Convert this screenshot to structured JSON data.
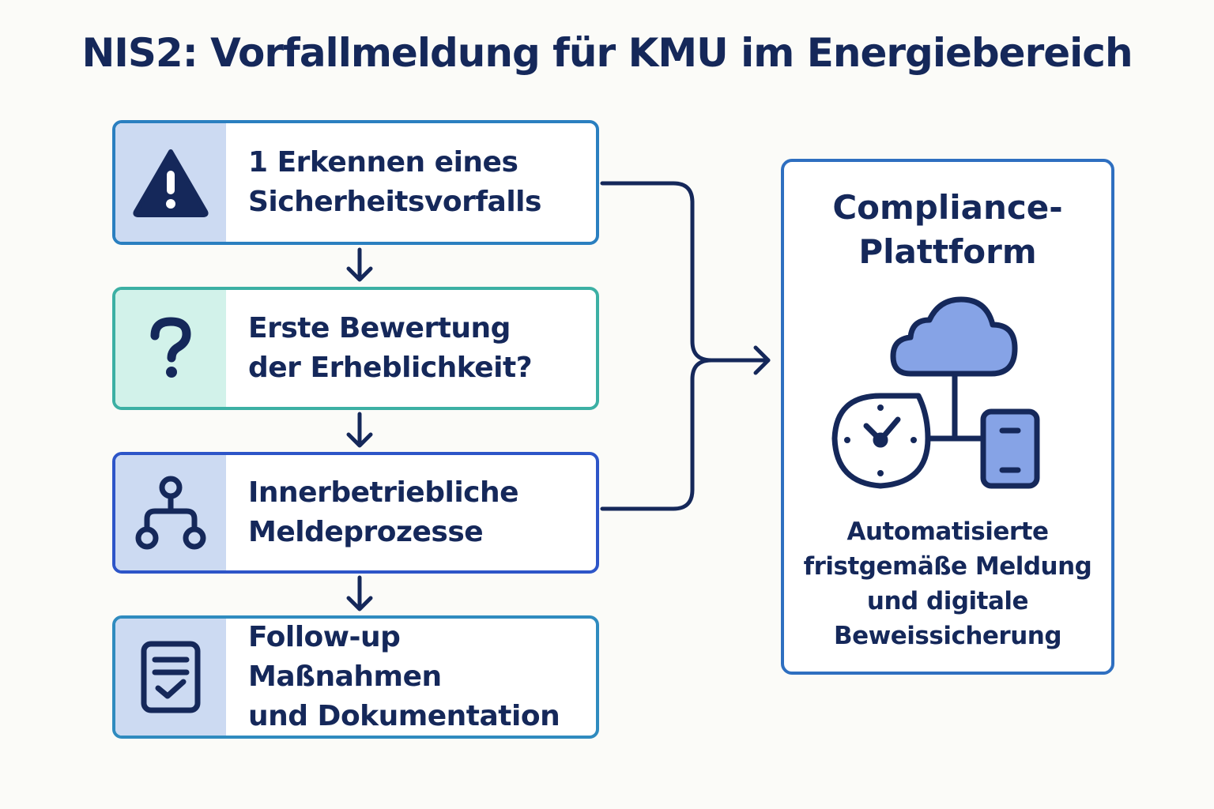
{
  "title": "NIS2: Vorfallmeldung für KMU im Energiebereich",
  "steps": [
    {
      "line1": "1  Erkennen eines",
      "line2": "Sicherheitsvorfalls",
      "icon": "warning-icon"
    },
    {
      "line1": "Erste Bewertung",
      "line2": "der Erheblichkeit?",
      "icon": "question-icon"
    },
    {
      "line1": "Innerbetriebliche",
      "line2": "Meldeprozesse",
      "icon": "hierarchy-icon"
    },
    {
      "line1": "Follow-up Maßnahmen",
      "line2": "und Dokumentation",
      "icon": "checklist-icon"
    }
  ],
  "platform": {
    "title_line1": "Compliance-",
    "title_line2": "Plattform",
    "desc_line1": "Automatisierte",
    "desc_line2": "fristgemäße Meldung",
    "desc_line3": "und digitale",
    "desc_line4": "Beweissicherung",
    "icons": [
      "cloud-icon",
      "clock-icon",
      "device-icon"
    ]
  },
  "colors": {
    "navy": "#15285a",
    "blue_border": "#2d5fc8",
    "teal_border": "#3cb0a4",
    "icon_fill_blue": "#ccdaf2",
    "icon_fill_teal": "#d2f2ea",
    "cloud_fill": "#86a3e6"
  }
}
